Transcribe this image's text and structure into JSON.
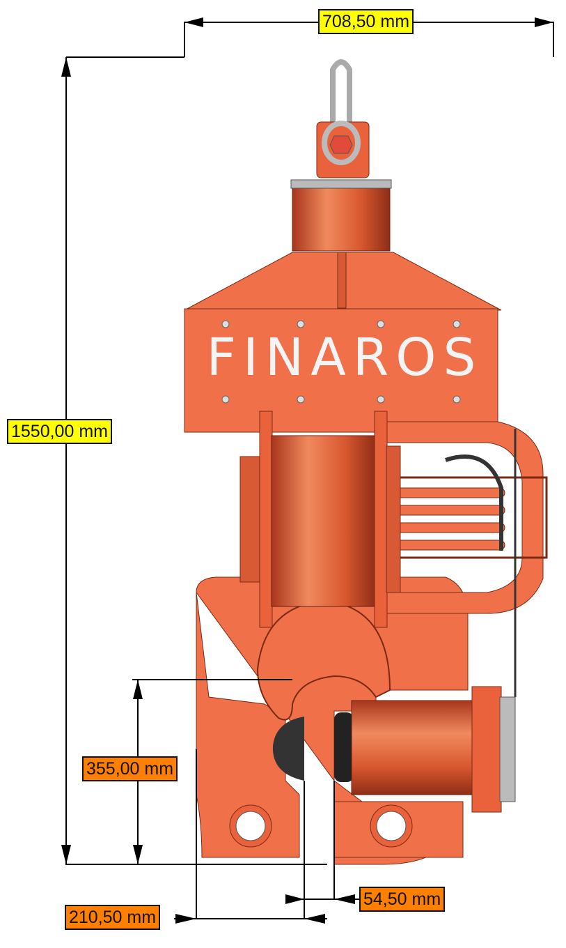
{
  "dimensions": {
    "overall_width": "708,50 mm",
    "overall_height": "1550,00 mm",
    "jaw_height": "355,00 mm",
    "jaw_gap": "54,50 mm",
    "jaw_offset": "210,50 mm"
  },
  "logo": "FINAROS",
  "colors": {
    "body": "#f0704a",
    "body_dark": "#c9472a",
    "label_yellow": "#ffff00",
    "label_orange": "#ff8000"
  }
}
